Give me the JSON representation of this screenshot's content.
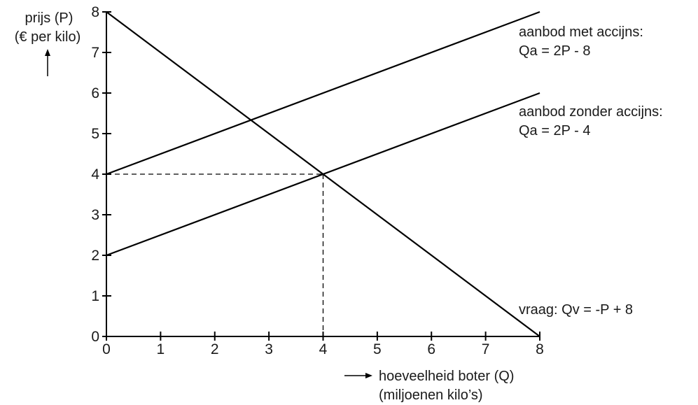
{
  "chart_data": {
    "type": "line",
    "xlim": [
      0,
      8
    ],
    "ylim": [
      0,
      8
    ],
    "x_ticks": [
      "0",
      "1",
      "2",
      "3",
      "4",
      "5",
      "6",
      "7",
      "8"
    ],
    "y_ticks": [
      "0",
      "1",
      "2",
      "3",
      "4",
      "5",
      "6",
      "7",
      "8"
    ],
    "ylabel_line1": "prijs (P)",
    "ylabel_line2": "(€ per kilo)",
    "xlabel_line1": "hoeveelheid boter (Q)",
    "xlabel_line2": "(miljoenen kilo’s)",
    "series": [
      {
        "name_line1": "aanbod met accijns:",
        "name_line2": "Qa = 2P - 8",
        "points": [
          [
            0,
            4
          ],
          [
            8,
            8
          ]
        ]
      },
      {
        "name_line1": "aanbod zonder accijns:",
        "name_line2": "Qa = 2P - 4",
        "points": [
          [
            0,
            2
          ],
          [
            8,
            6
          ]
        ]
      },
      {
        "name_line1": "vraag: Qv = -P + 8",
        "points": [
          [
            0,
            8
          ],
          [
            8,
            0
          ]
        ]
      }
    ],
    "reference_point": {
      "x": 4,
      "y": 4
    },
    "line_color": "#000000"
  }
}
